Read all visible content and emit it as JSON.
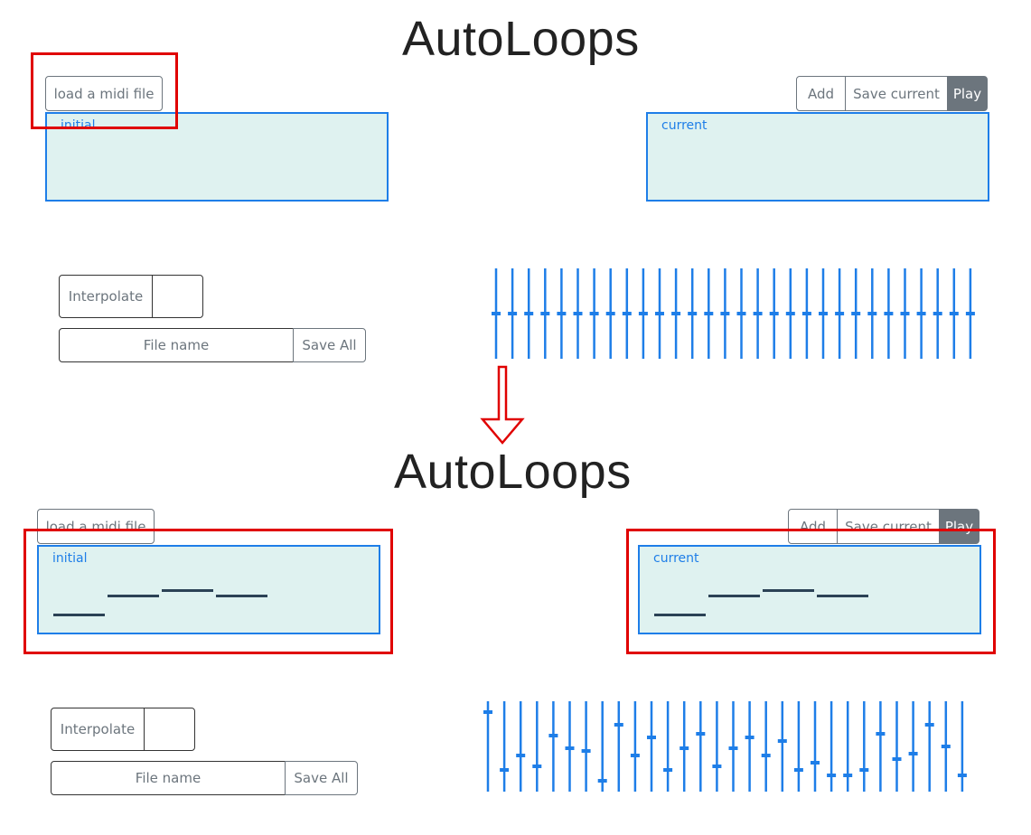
{
  "panels": [
    {
      "title": "AutoLoops",
      "load_button": "load a midi file",
      "initial_label": "initial",
      "current_label": "current",
      "add_button": "Add",
      "save_current_button": "Save current",
      "play_button": "Play",
      "interpolate_label": "Interpolate",
      "file_name_placeholder": "File name",
      "save_all_button": "Save All",
      "slider_levels": [
        0.5,
        0.5,
        0.5,
        0.5,
        0.5,
        0.5,
        0.5,
        0.5,
        0.5,
        0.5,
        0.5,
        0.5,
        0.5,
        0.5,
        0.5,
        0.5,
        0.5,
        0.5,
        0.5,
        0.5,
        0.5,
        0.5,
        0.5,
        0.5,
        0.5,
        0.5,
        0.5,
        0.5,
        0.5,
        0.5
      ]
    },
    {
      "title": "AutoLoops",
      "load_button": "load a midi file",
      "initial_label": "initial",
      "current_label": "current",
      "add_button": "Add",
      "save_current_button": "Save current",
      "play_button": "Play",
      "interpolate_label": "Interpolate",
      "file_name_placeholder": "File name",
      "save_all_button": "Save All",
      "slider_levels": [
        0.88,
        0.24,
        0.4,
        0.28,
        0.62,
        0.48,
        0.45,
        0.12,
        0.74,
        0.4,
        0.6,
        0.24,
        0.48,
        0.64,
        0.28,
        0.48,
        0.6,
        0.4,
        0.56,
        0.24,
        0.32,
        0.18,
        0.18,
        0.24,
        0.64,
        0.36,
        0.42,
        0.74,
        0.5,
        0.18
      ]
    }
  ],
  "colors": {
    "accent": "#1e7ee8",
    "highlight": "#e00000",
    "box_fill": "#dff2f0",
    "note": "#2b4255"
  },
  "icons": {
    "transition_arrow": "down-arrow-icon"
  }
}
